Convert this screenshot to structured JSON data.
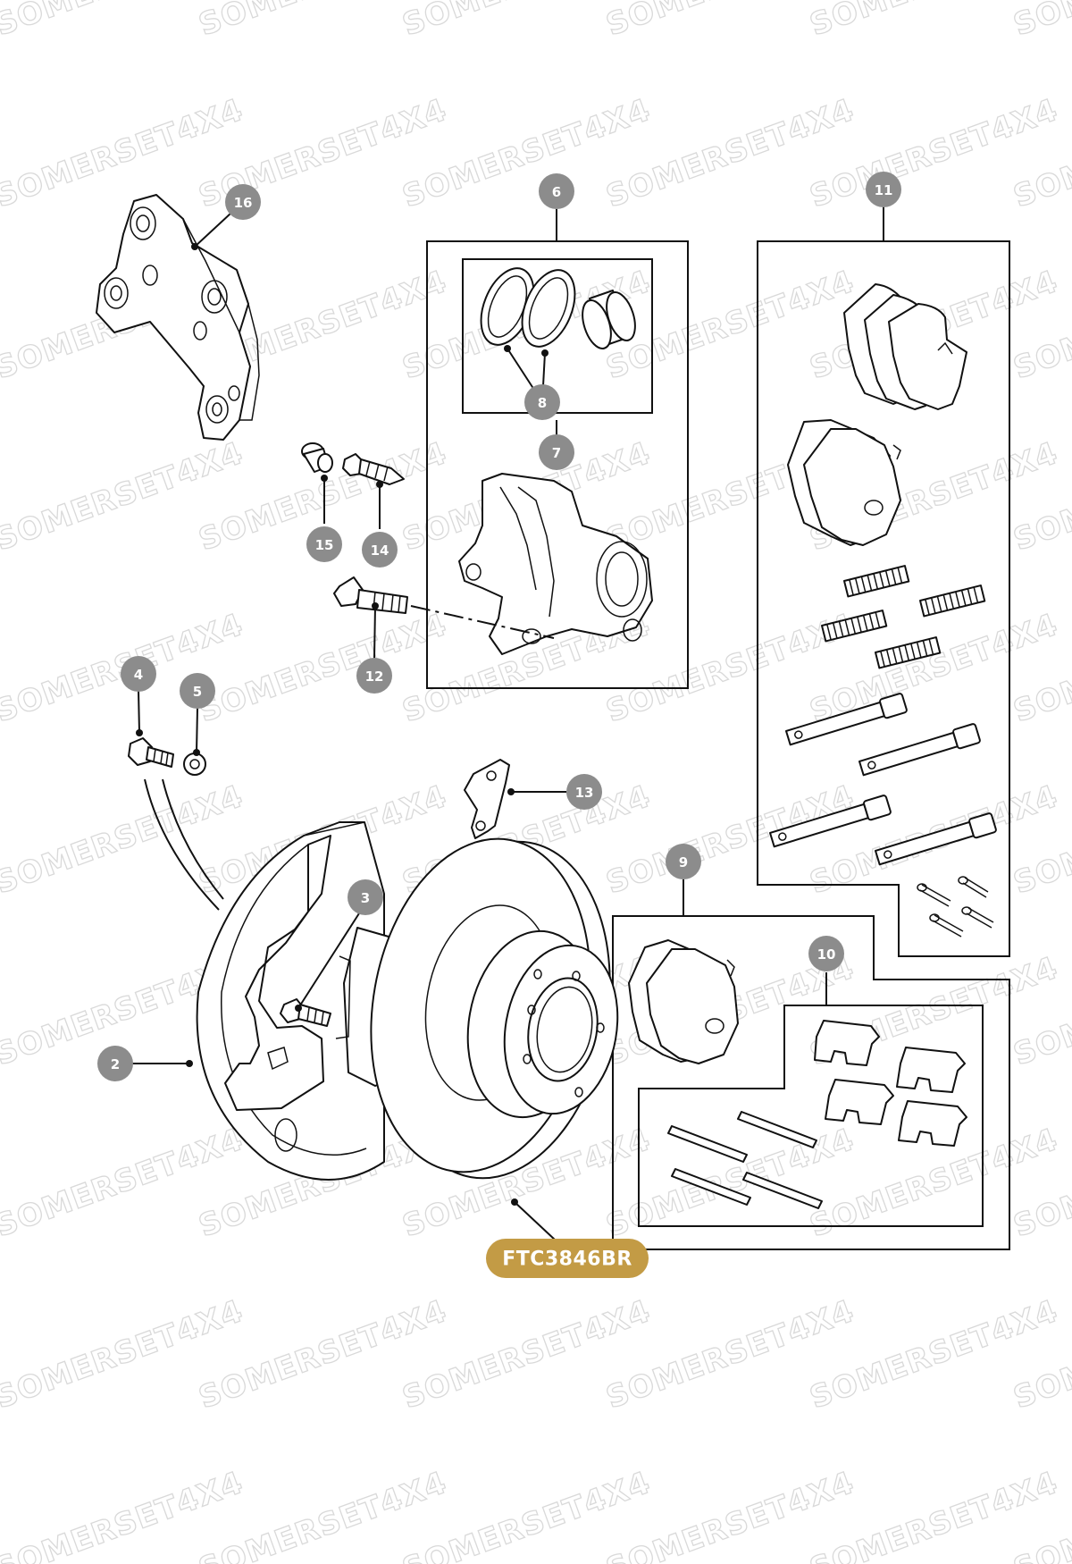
{
  "watermark": "SOMERSET4X4",
  "part_code": "FTC3846BR",
  "callouts": [
    "2",
    "3",
    "4",
    "5",
    "6",
    "7",
    "8",
    "9",
    "10",
    "11",
    "12",
    "13",
    "14",
    "15",
    "16"
  ],
  "colors": {
    "badge": "#8c8c8c",
    "code_badge": "#c39b45",
    "line": "#111111",
    "watermark": "#d9d9d9"
  }
}
